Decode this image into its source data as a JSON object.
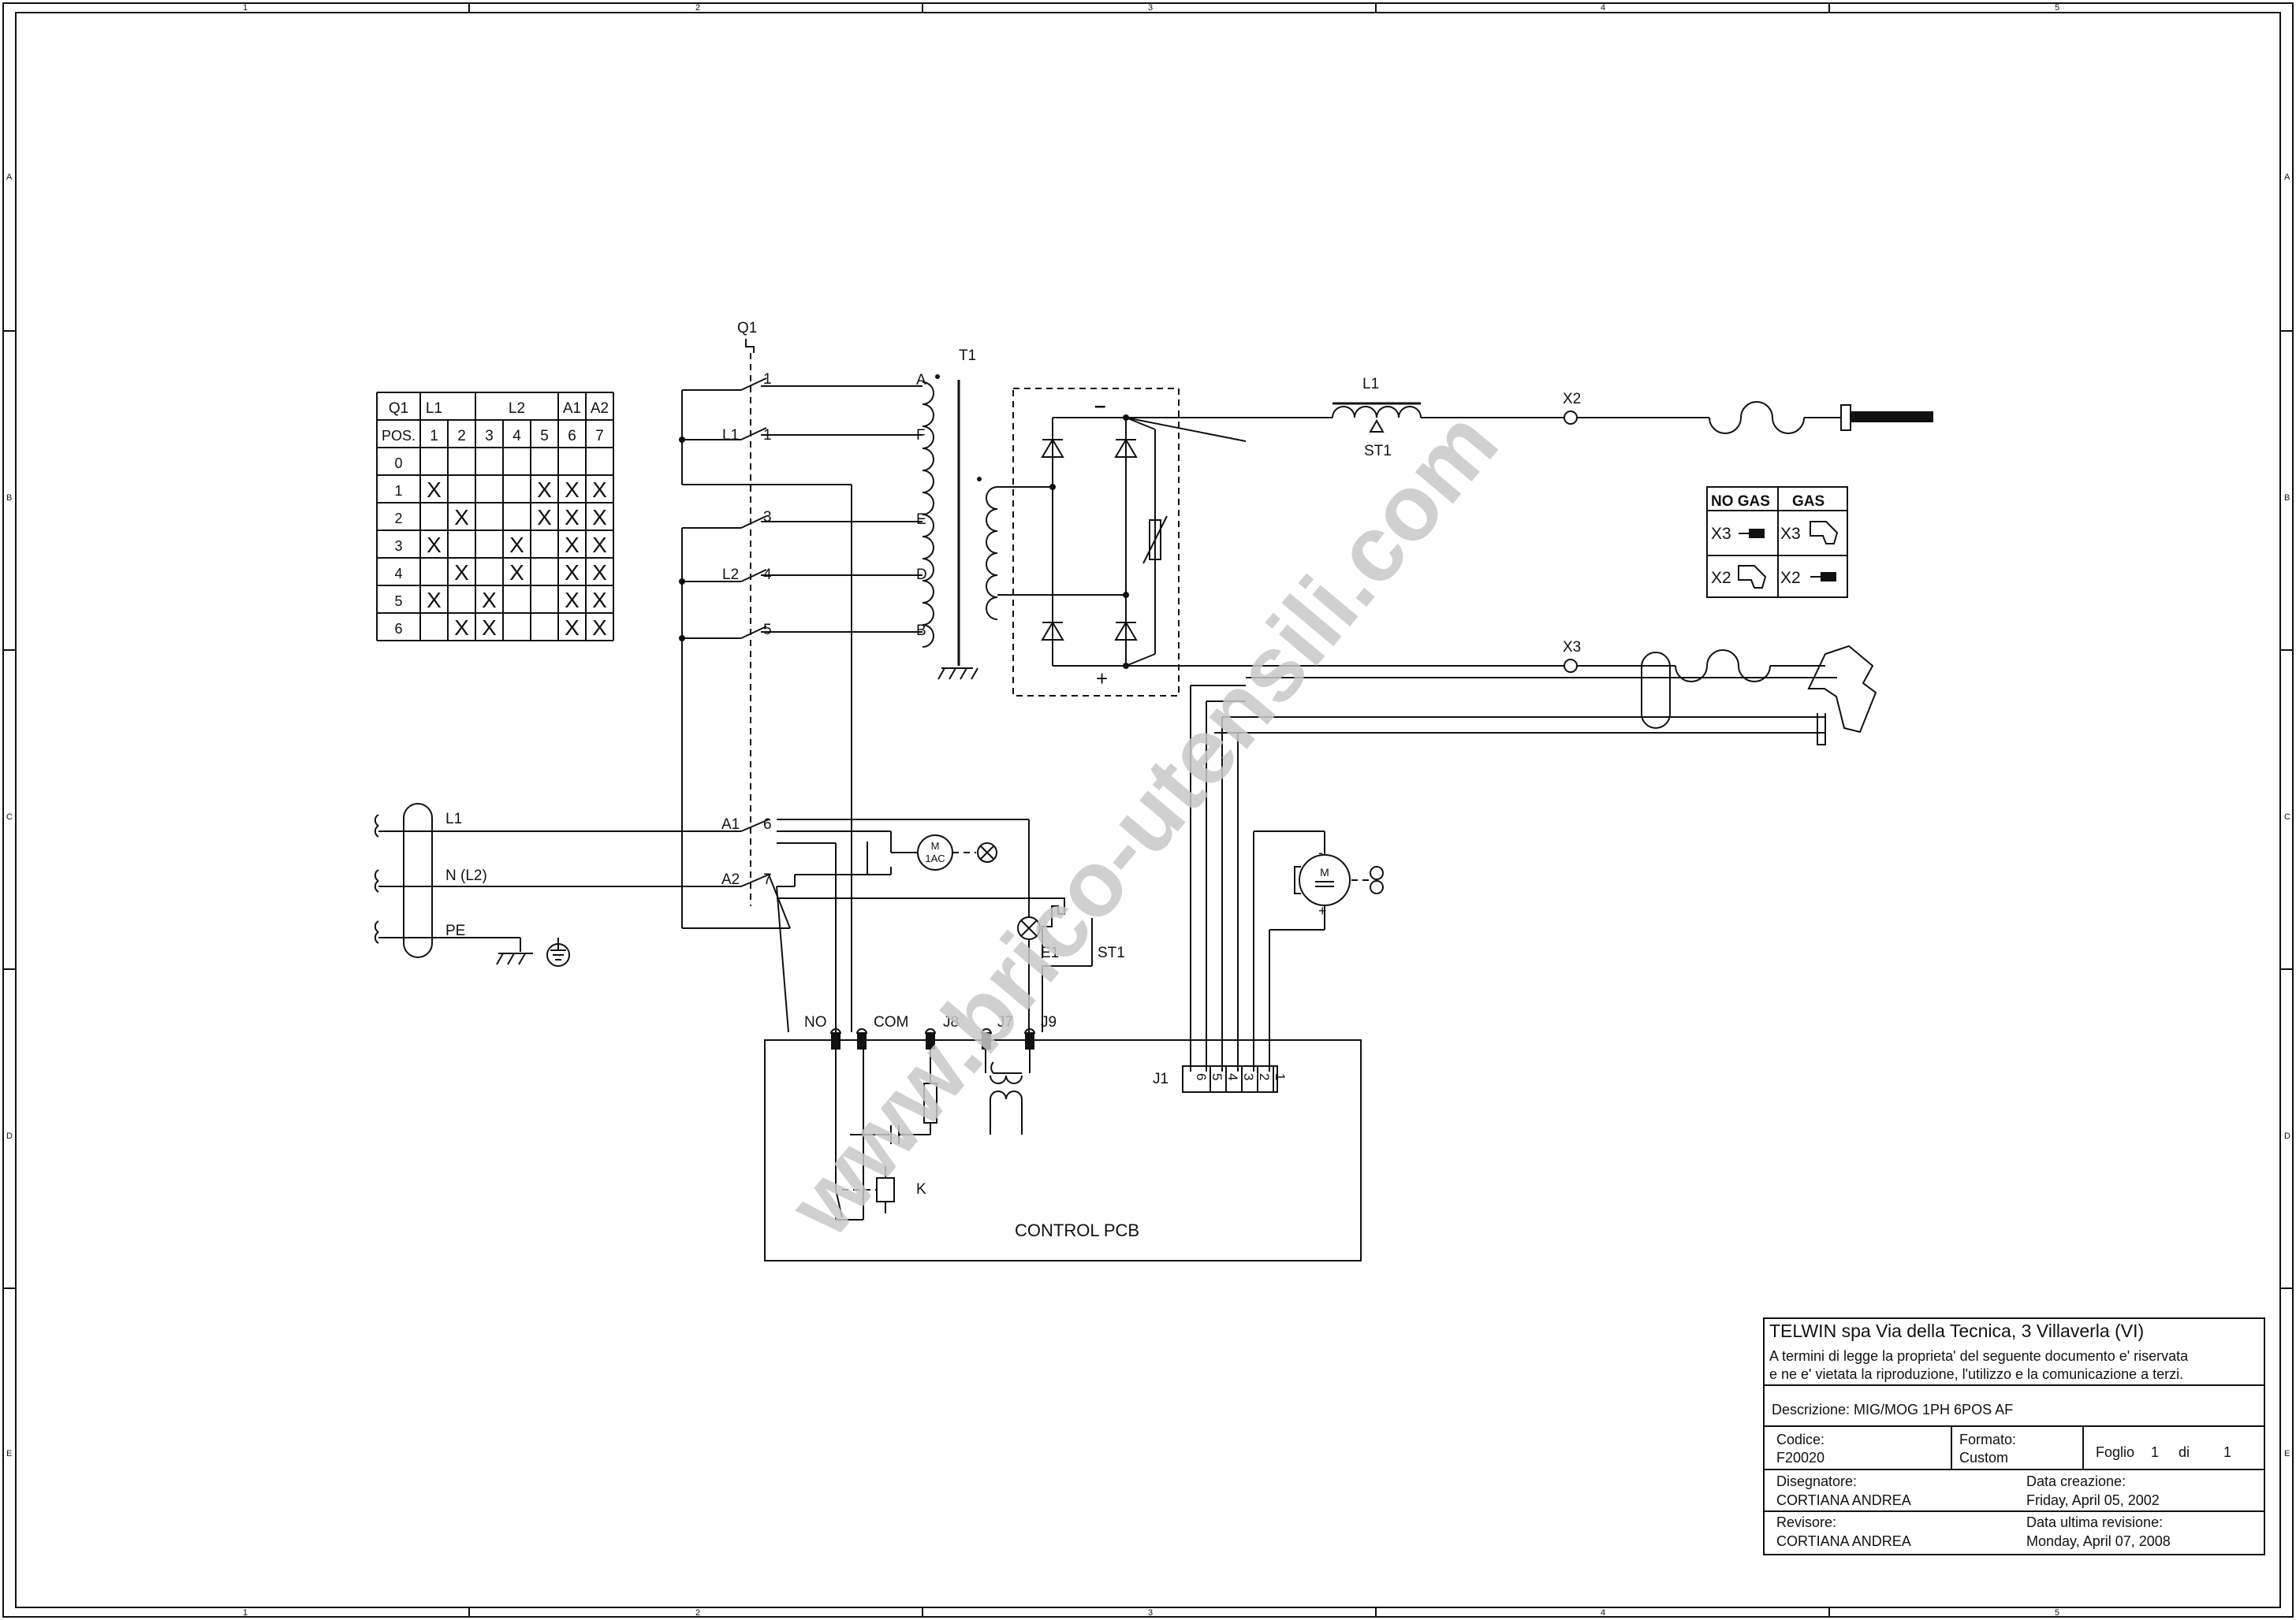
{
  "frame": {
    "columns": [
      "1",
      "2",
      "3",
      "4",
      "5"
    ],
    "rows": [
      "A",
      "B",
      "C",
      "D",
      "E"
    ]
  },
  "switch_table": {
    "corner": "Q1",
    "groups": [
      "L1",
      "L2",
      "A1",
      "A2"
    ],
    "pos_label": "POS.",
    "contacts": [
      "1",
      "2",
      "3",
      "4",
      "5",
      "6",
      "7"
    ],
    "rows": [
      {
        "pos": "0",
        "marks": [
          "",
          "",
          "",
          "",
          "",
          "",
          ""
        ]
      },
      {
        "pos": "1",
        "marks": [
          "X",
          "",
          "",
          "",
          "X",
          "X",
          "X"
        ]
      },
      {
        "pos": "2",
        "marks": [
          "",
          "X",
          "",
          "",
          "X",
          "X",
          "X"
        ]
      },
      {
        "pos": "3",
        "marks": [
          "X",
          "",
          "",
          "X",
          "",
          "X",
          "X"
        ]
      },
      {
        "pos": "4",
        "marks": [
          "",
          "X",
          "",
          "X",
          "",
          "X",
          "X"
        ]
      },
      {
        "pos": "5",
        "marks": [
          "X",
          "",
          "X",
          "",
          "",
          "X",
          "X"
        ]
      },
      {
        "pos": "6",
        "marks": [
          "",
          "X",
          "X",
          "",
          "",
          "X",
          "X"
        ]
      }
    ]
  },
  "labels": {
    "q1": "Q1",
    "t1": "T1",
    "sw_1a": "1",
    "sw_l1": "L1",
    "sw_1b": "1",
    "sw_3": "3",
    "sw_l2": "L2",
    "sw_4": "4",
    "sw_5": "5",
    "tap_a": "A",
    "tap_f": "F",
    "tap_e": "E",
    "tap_d": "D",
    "tap_b": "B",
    "minus": "–",
    "plus": "+",
    "inductor": "L1",
    "st1_top": "ST1",
    "x2": "X2",
    "x3": "X3",
    "in_l1": "L1",
    "in_n": "N (L2)",
    "in_pe": "PE",
    "a1": "A1",
    "a2": "A2",
    "sw_6": "6",
    "sw_7": "7",
    "fan_motor": "M\n1AC",
    "e1": "E1",
    "st1": "ST1",
    "wire_motor": "M",
    "no": "NO",
    "com": "COM",
    "j8": "J8",
    "j7": "J7",
    "j9": "J9",
    "j1": "J1",
    "j1_pins": [
      "6",
      "5",
      "4",
      "3",
      "2",
      "1"
    ],
    "relay_k": "K",
    "control_pcb": "CONTROL PCB"
  },
  "gas_table": {
    "headers": [
      "NO GAS",
      "GAS"
    ],
    "rows": [
      [
        "X3",
        "X3"
      ],
      [
        "X2",
        "X2"
      ]
    ]
  },
  "title_block": {
    "company": "TELWIN spa Via della Tecnica, 3 Villaverla (VI)",
    "legal_1": "A termini di legge la proprieta' del seguente documento e' riservata",
    "legal_2": "e ne e' vietata la riproduzione, l'utilizzo e la comunicazione a terzi.",
    "descrizione": "Descrizione:  MIG/MOG 1PH 6POS AF",
    "codice_label": "Codice:",
    "codice": "F20020",
    "formato_label": "Formato:",
    "formato": "Custom",
    "foglio_label": "Foglio",
    "foglio": "1",
    "di_label": "di",
    "di": "1",
    "disegnatore_label": "Disegnatore:",
    "disegnatore": "CORTIANA ANDREA",
    "data_creazione_label": "Data creazione:",
    "data_creazione": "Friday, April 05, 2002",
    "revisore_label": "Revisore:",
    "revisore": "CORTIANA ANDREA",
    "data_revisione_label": "Data ultima revisione:",
    "data_revisione": "Monday, April 07, 2008"
  },
  "watermark": "www.brico-utensili.com"
}
